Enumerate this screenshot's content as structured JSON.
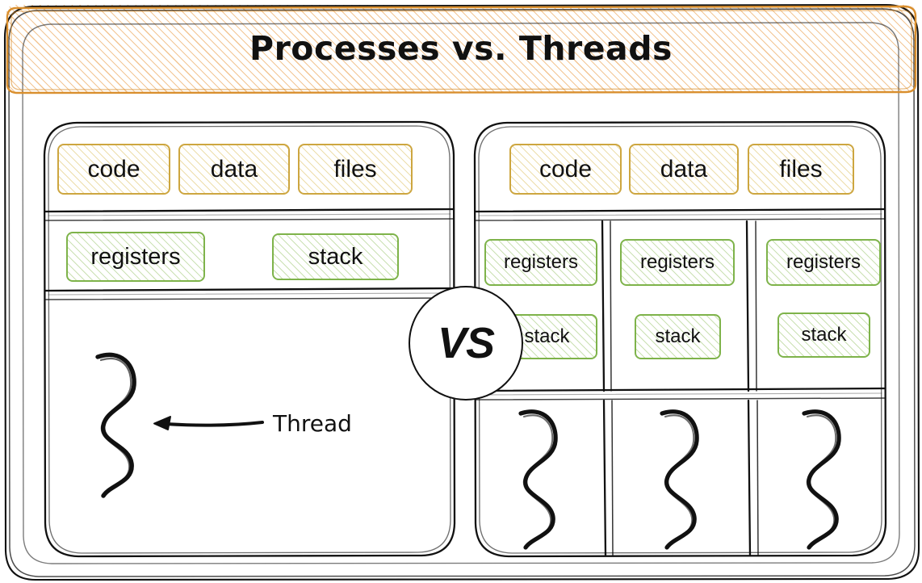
{
  "title": {
    "text": "Processes vs. Threads",
    "bar_fill": "#fdf0e0",
    "bar_border": "#d98f2e"
  },
  "comparator": {
    "label": "VS",
    "shape": "circle"
  },
  "palette": {
    "ink": "#111111",
    "gold_border": "#cda640",
    "gold_fill": "#fdf8e8",
    "green_border": "#7eb34a",
    "green_fill": "#f1f7ec",
    "orange_border": "#d98f2e",
    "paper": "#ffffff"
  },
  "left_panel": {
    "name": "process-panel",
    "shared_resources": [
      {
        "label": "code"
      },
      {
        "label": "data"
      },
      {
        "label": "files"
      }
    ],
    "per_process": [
      {
        "label": "registers"
      },
      {
        "label": "stack"
      }
    ],
    "threads": [
      {
        "squiggle": "thread-squiggle"
      }
    ],
    "annotation": {
      "label": "Thread",
      "arrow": "arrow-left"
    }
  },
  "right_panel": {
    "name": "threads-panel",
    "shared_resources": [
      {
        "label": "code"
      },
      {
        "label": "data"
      },
      {
        "label": "files"
      }
    ],
    "thread_columns": [
      {
        "registers": "registers",
        "stack": "stack",
        "squiggle": "thread-squiggle"
      },
      {
        "registers": "registers",
        "stack": "stack",
        "squiggle": "thread-squiggle"
      },
      {
        "registers": "registers",
        "stack": "stack",
        "squiggle": "thread-squiggle"
      }
    ]
  }
}
